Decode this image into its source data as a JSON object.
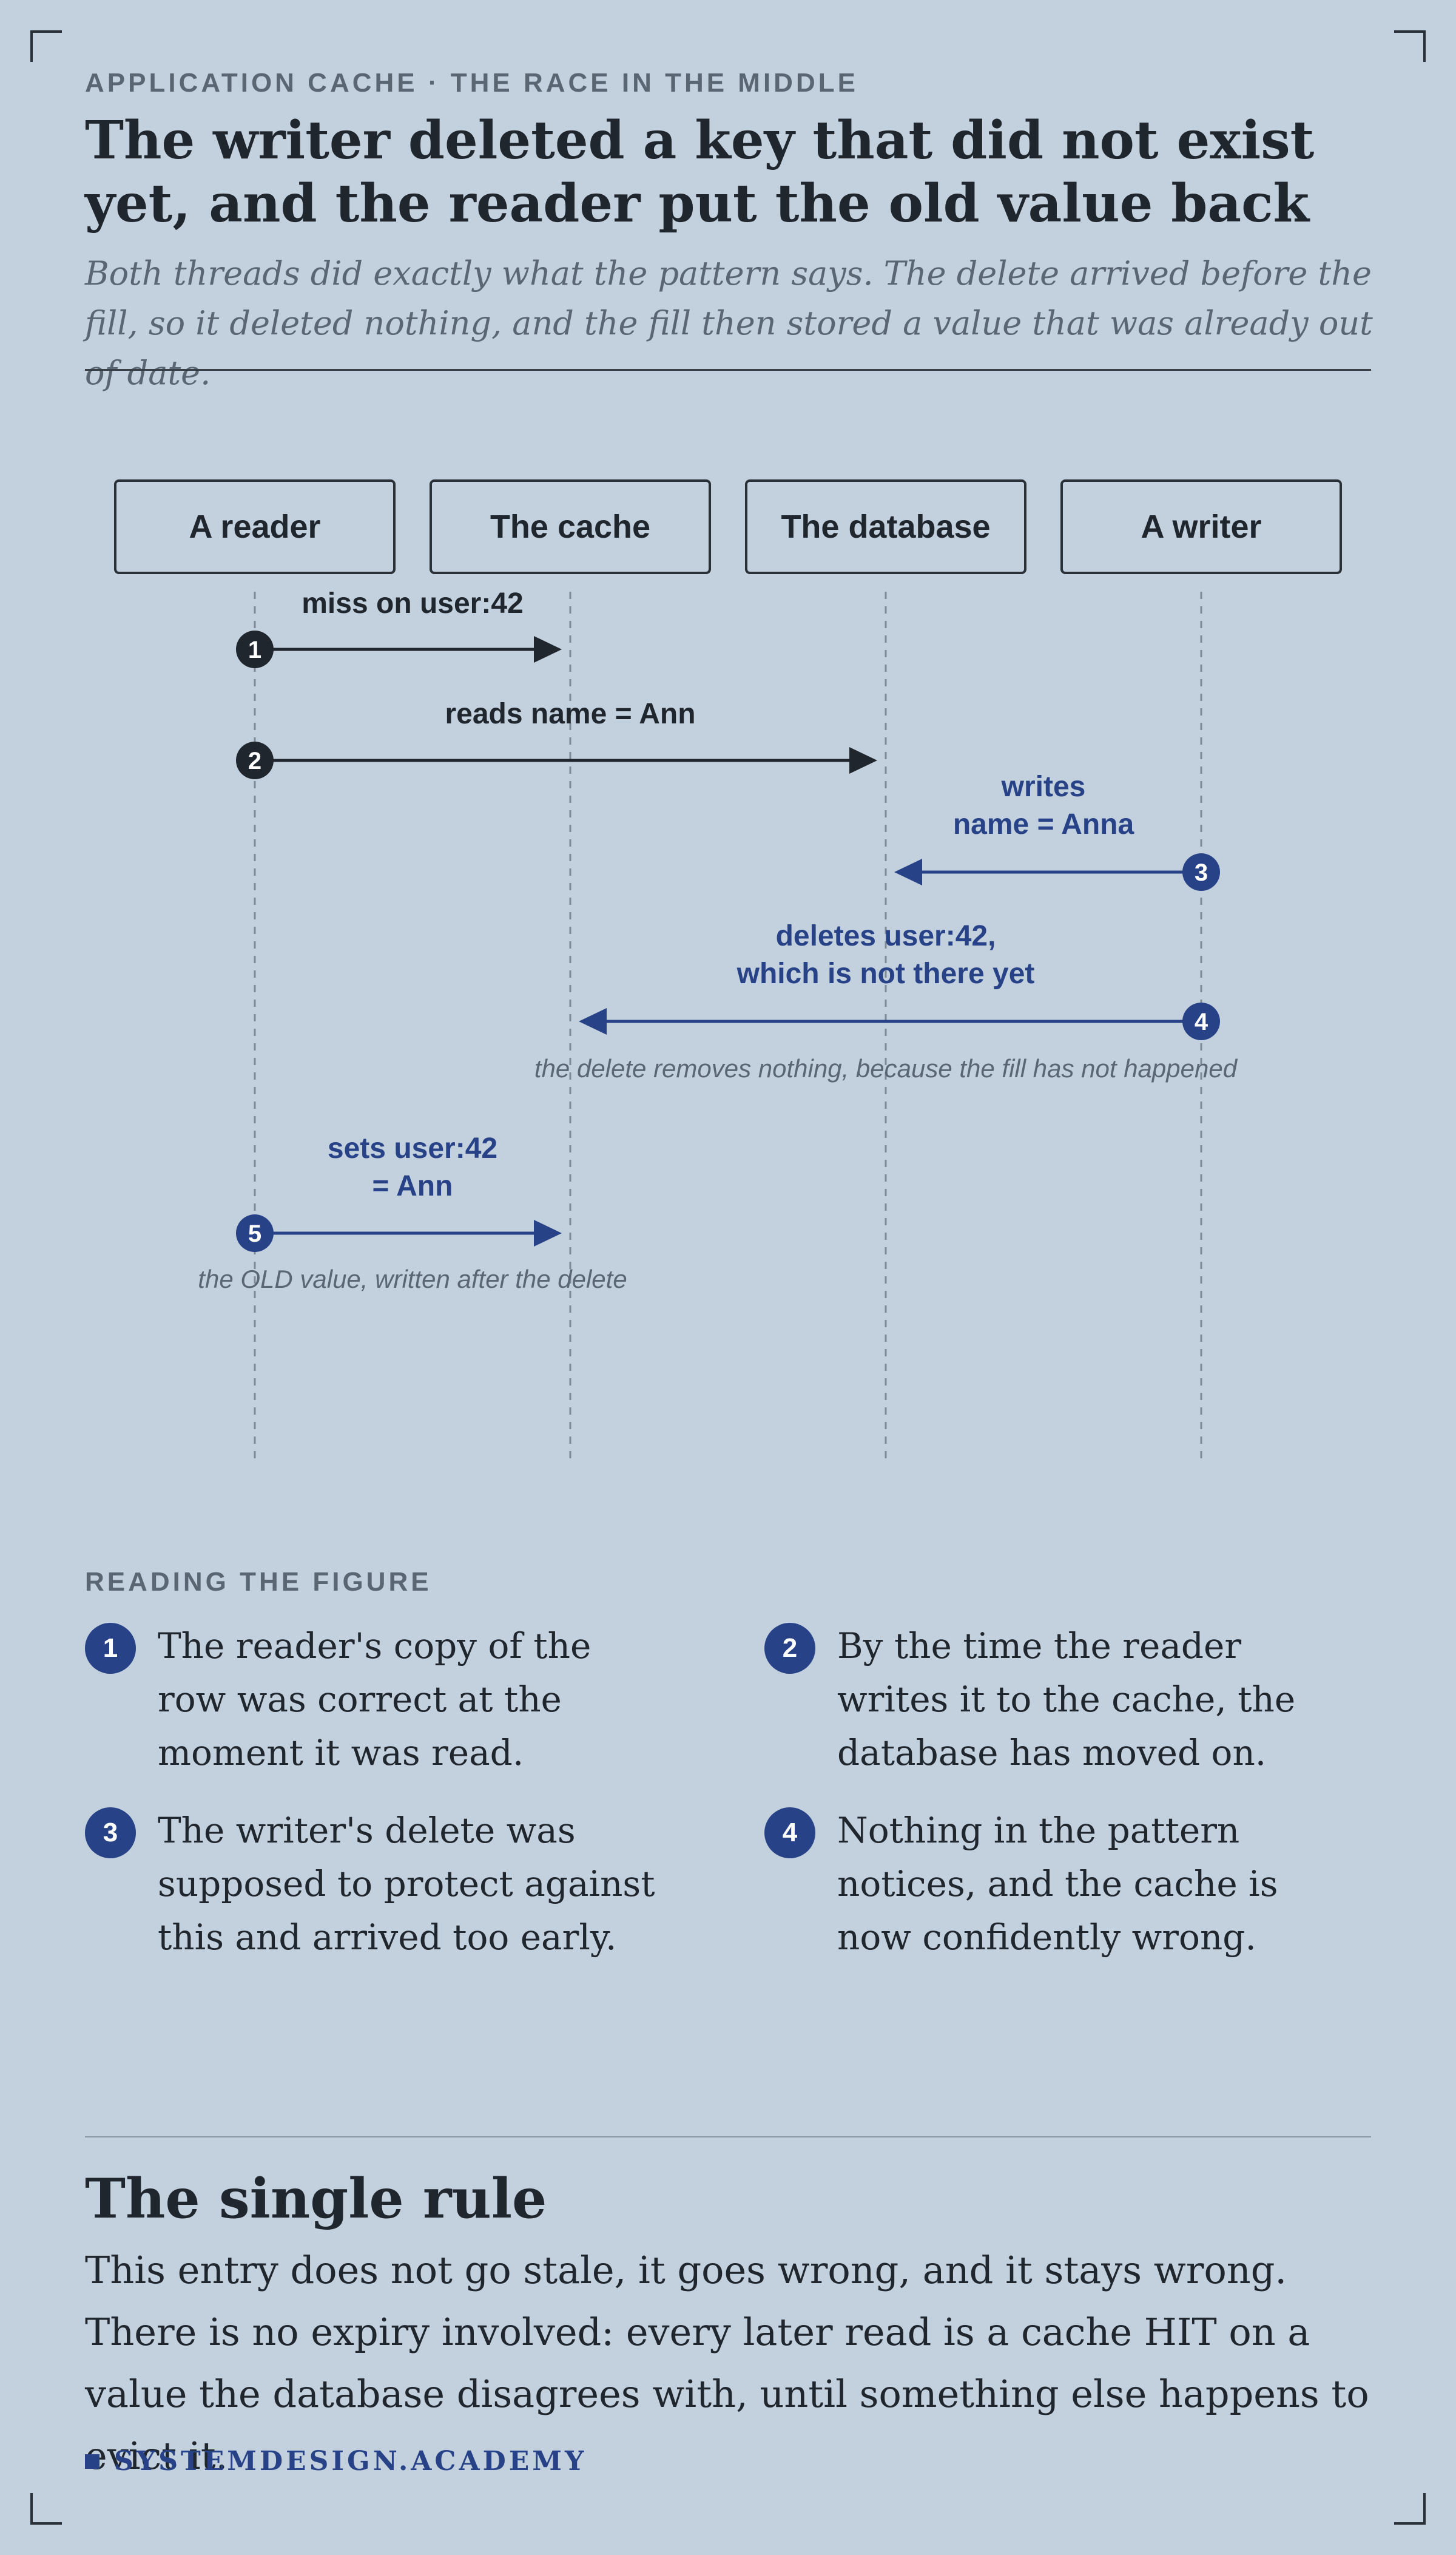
{
  "header": {
    "kicker": "APPLICATION CACHE · THE RACE IN THE MIDDLE",
    "title": "The writer deleted a key that did not exist yet, and the reader put the old value back",
    "subtitle": "Both threads did exactly what the pattern says. The delete arrived before the fill, so it deleted nothing, and the fill then stored a value that was already out of date."
  },
  "diagram": {
    "participants": [
      "A reader",
      "The cache",
      "The database",
      "A writer"
    ],
    "messages": [
      {
        "n": "1",
        "from": 0,
        "to": 1,
        "lines": [
          "miss on user:42"
        ],
        "color": "#20262e"
      },
      {
        "n": "2",
        "from": 0,
        "to": 2,
        "lines": [
          "reads name = Ann"
        ],
        "color": "#20262e"
      },
      {
        "n": "3",
        "from": 3,
        "to": 2,
        "lines": [
          "writes",
          "name = Anna"
        ],
        "color": "#274287"
      },
      {
        "n": "4",
        "from": 3,
        "to": 1,
        "lines": [
          "deletes user:42,",
          "which is not there yet"
        ],
        "color": "#274287",
        "note": "the delete removes nothing, because the fill has not happened"
      },
      {
        "n": "5",
        "from": 0,
        "to": 1,
        "lines": [
          "sets user:42",
          "= Ann"
        ],
        "color": "#274287",
        "note": "the OLD value, written after the delete"
      }
    ]
  },
  "reading": {
    "label": "READING THE FIGURE",
    "points": [
      {
        "n": "1",
        "text": "The reader's copy of the row was correct at the moment it was read."
      },
      {
        "n": "2",
        "text": "By the time the reader writes it to the cache, the database has moved on."
      },
      {
        "n": "3",
        "text": "The writer's delete was supposed to protect against this and arrived too early."
      },
      {
        "n": "4",
        "text": "Nothing in the pattern notices, and the cache is now confidently wrong."
      }
    ]
  },
  "rule": {
    "title": "The single rule",
    "body": "This entry does not go stale, it goes wrong, and it stays wrong. There is no expiry involved: every later read is a cache HIT on a value the database disagrees with, until something else happens to evict it."
  },
  "brand": "SYSTEMDESIGN.ACADEMY",
  "colors": {
    "ink": "#20262e",
    "accent": "#274287",
    "muted": "#5b6673",
    "background": "#c3d0dd"
  }
}
